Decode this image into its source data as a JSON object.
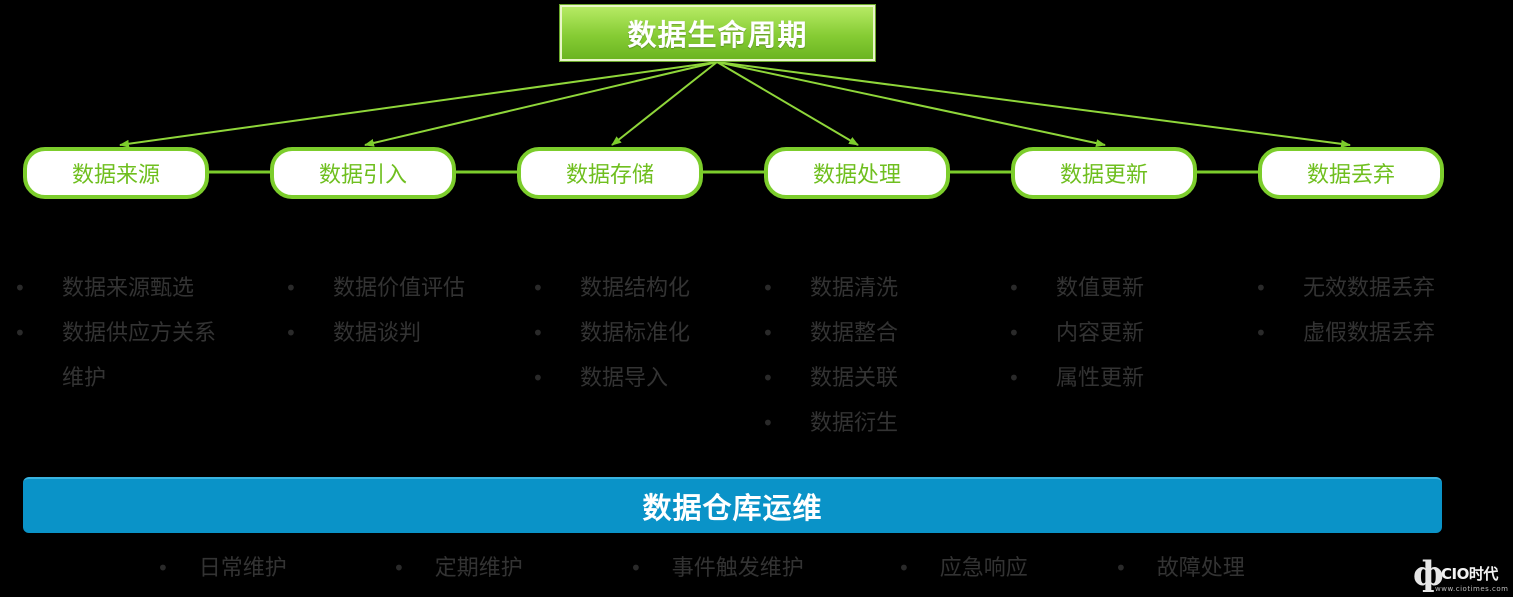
{
  "title": "数据生命周期",
  "stages": [
    "数据来源",
    "数据引入",
    "数据存储",
    "数据处理",
    "数据更新",
    "数据丢弃"
  ],
  "details": [
    [
      "数据来源甄选",
      "数据供应方关系",
      "维护"
    ],
    [
      "数据价值评估",
      "数据谈判"
    ],
    [
      "数据结构化",
      "数据标准化",
      "数据导入"
    ],
    [
      "数据清洗",
      "数据整合",
      "数据关联",
      "数据衍生"
    ],
    [
      "数值更新",
      "内容更新",
      "属性更新"
    ],
    [
      "无效数据丢弃",
      "虚假数据丢弃"
    ]
  ],
  "ops_title": "数据仓库运维",
  "ops": [
    "日常维护",
    "定期维护",
    "事件触发维护",
    "应急响应",
    "故障处理"
  ],
  "logo": {
    "text": "CIO时代",
    "url": "www.ciotimes.com"
  },
  "colors": {
    "green": "#7ccd2c",
    "blue": "#0a93c8"
  }
}
